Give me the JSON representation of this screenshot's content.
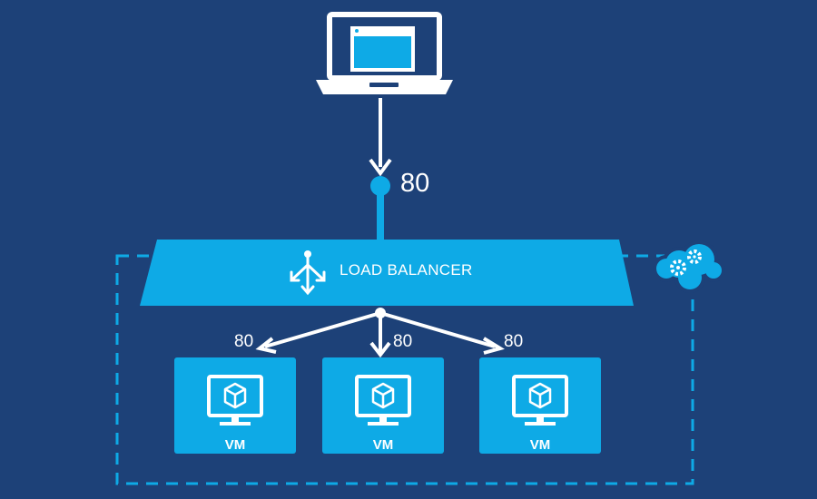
{
  "public_endpoint": {
    "port_label": "80"
  },
  "load_balancer": {
    "label": "LOAD BALANCER"
  },
  "backend": {
    "vms": [
      {
        "label": "VM",
        "port_label": "80"
      },
      {
        "label": "VM",
        "port_label": "80"
      },
      {
        "label": "VM",
        "port_label": "80"
      }
    ]
  },
  "icons": [
    "laptop-icon",
    "load-balancer-icon",
    "cloud-service-gears-icon",
    "monitor-cube-icon"
  ],
  "colors": {
    "background": "#1d4178",
    "accent": "#0eaae6",
    "white": "#ffffff"
  }
}
